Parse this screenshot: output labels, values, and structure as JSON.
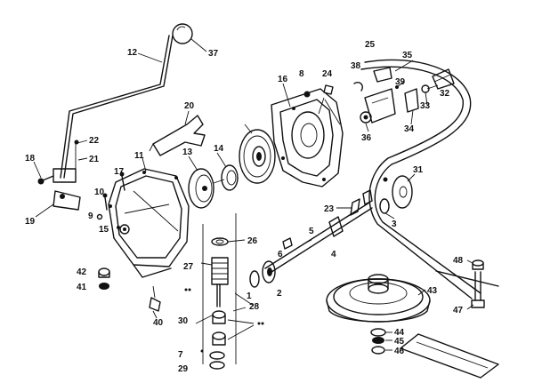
{
  "diagram": {
    "colors": {
      "ink": "#111111",
      "paper": "#ffffff"
    },
    "callouts": [
      "12",
      "37",
      "20",
      "22",
      "21",
      "18",
      "19",
      "10",
      "17",
      "9",
      "11",
      "15",
      "13",
      "14",
      "16",
      "8",
      "24",
      "25",
      "38",
      "35",
      "39",
      "32",
      "33",
      "34",
      "36",
      "31",
      "23",
      "3",
      "26",
      "6",
      "5",
      "4",
      "42",
      "41",
      "27",
      "28",
      "1",
      "2",
      "30",
      "40",
      "7",
      "29",
      "43",
      "44",
      "45",
      "46",
      "48",
      "47"
    ]
  }
}
